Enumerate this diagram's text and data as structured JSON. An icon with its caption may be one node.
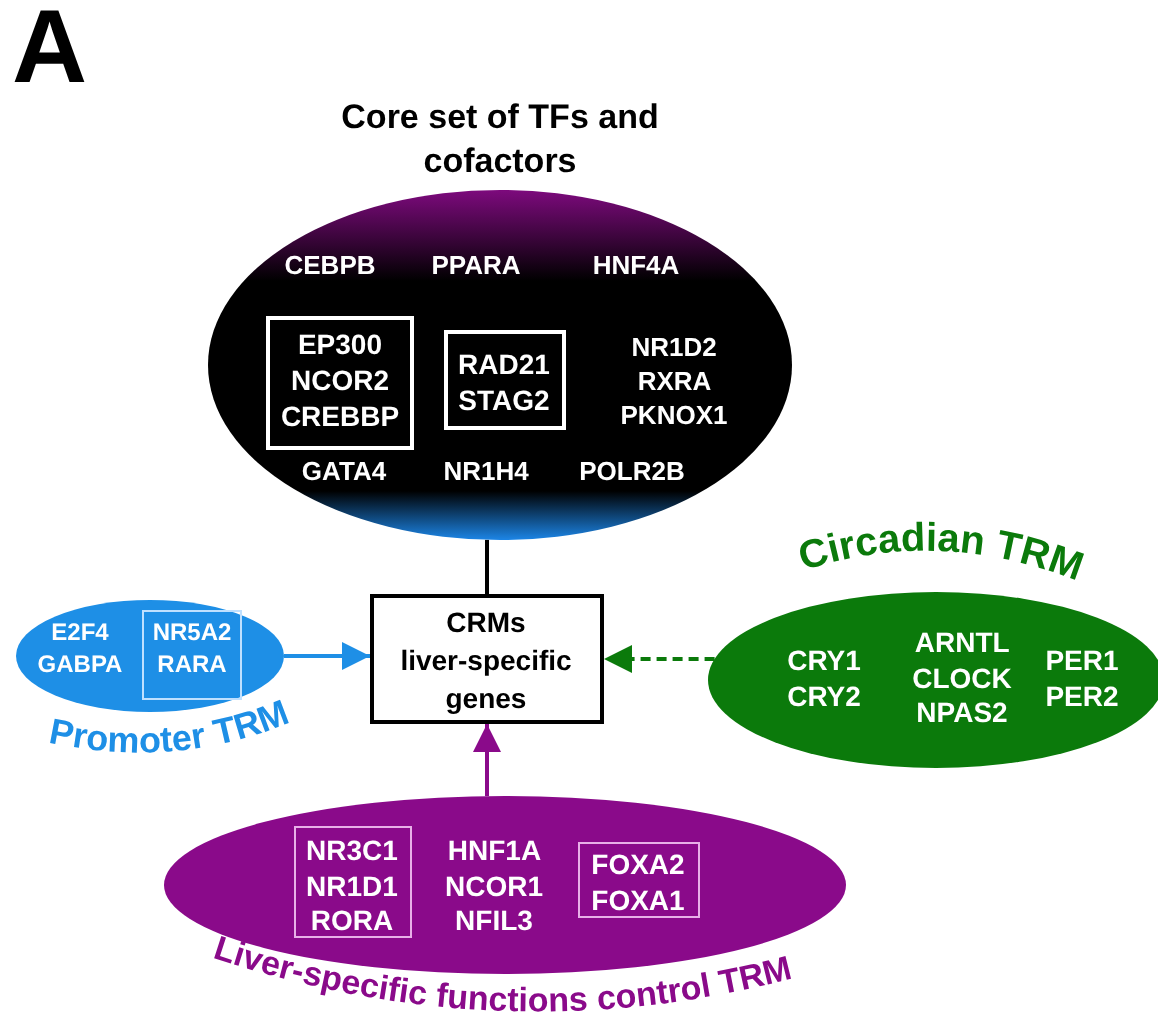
{
  "diagram": {
    "nodes": [
      {
        "text": [
          "Core set of TFs and cofactors",
          "CEBPB",
          "PPARA",
          "HNF4A",
          "NR1D2 RXRA PKNOX1",
          "GATA4",
          "NR1H4",
          "POLR2B"
        ]
      },
      {
        "text": [
          "EP300 NCOR2 CREBBP"
        ],
        "in": 0
      },
      {
        "text": [
          "RAD21 STAG2"
        ],
        "in": 0
      },
      {
        "text": [
          "CRMs liver-specific genes"
        ]
      },
      {
        "text": [
          "E2F4 GABPA",
          "Promoter TRM"
        ]
      },
      {
        "text": [
          "NR5A2 RARA"
        ],
        "in": 4
      },
      {
        "text": [
          "Circadian TRM",
          "CRY1 CRY2",
          "ARNTL CLOCK NPAS2",
          "PER1 PER2"
        ]
      },
      {
        "text": [
          "HNF1A NCOR1 NFIL3",
          "Liver-specific functions control TRM"
        ]
      },
      {
        "text": [
          "NR3C1 NR1D1 RORA"
        ],
        "in": 7
      },
      {
        "text": [
          "FOXA2 FOXA1"
        ],
        "in": 7
      }
    ],
    "edges": [
      {
        "from": 0,
        "to": 3,
        "arrow": "none"
      },
      {
        "from": 4,
        "to": 3,
        "arrow": "to",
        "color": "#1e8fe6"
      },
      {
        "from": 6,
        "to": 3,
        "arrow": "to",
        "style": "dashed",
        "color": "#0b7a0b"
      },
      {
        "from": 7,
        "to": 3,
        "arrow": "to",
        "color": "#8a0a8a"
      }
    ],
    "labels": [
      "A"
    ]
  }
}
